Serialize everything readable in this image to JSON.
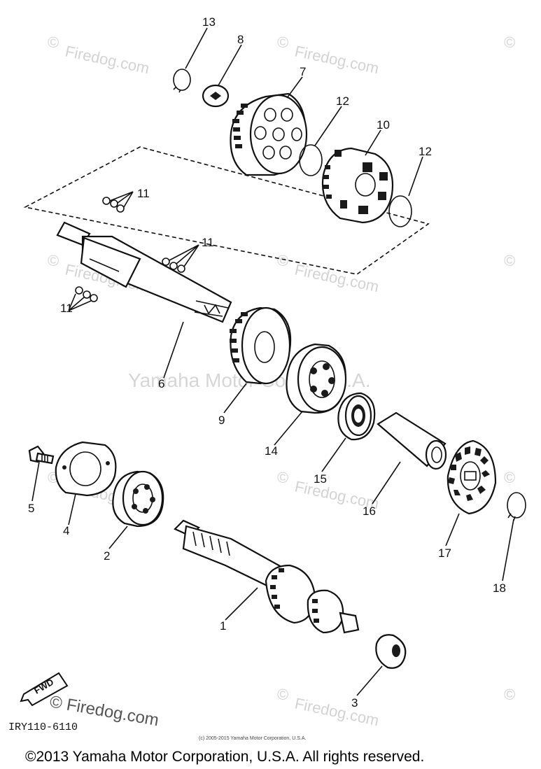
{
  "watermark": {
    "site_text": "Firedog.com",
    "copyright_symbol": "©",
    "center_text": "Yamaha Motor Corp. U.S.A."
  },
  "diagram_code": "IRY110-6110",
  "logos": {
    "fwd_label": "FWD"
  },
  "footer": {
    "firedog_text": "© Firedog.com",
    "small_copyright": "(c) 2005-2015 Yamaha Motor Corporation, U.S.A.",
    "copyright": "©2013 Yamaha Motor Corporation, U.S.A. All rights reserved."
  },
  "callouts": {
    "c1": "1",
    "c2": "2",
    "c3": "3",
    "c4": "4",
    "c5": "5",
    "c6": "6",
    "c7": "7",
    "c8": "8",
    "c9": "9",
    "c10": "10",
    "c11a": "11",
    "c11b": "11",
    "c11c": "11",
    "c12a": "12",
    "c12b": "12",
    "c13": "13",
    "c14": "14",
    "c15": "15",
    "c16": "16",
    "c17": "17",
    "c18": "18"
  }
}
